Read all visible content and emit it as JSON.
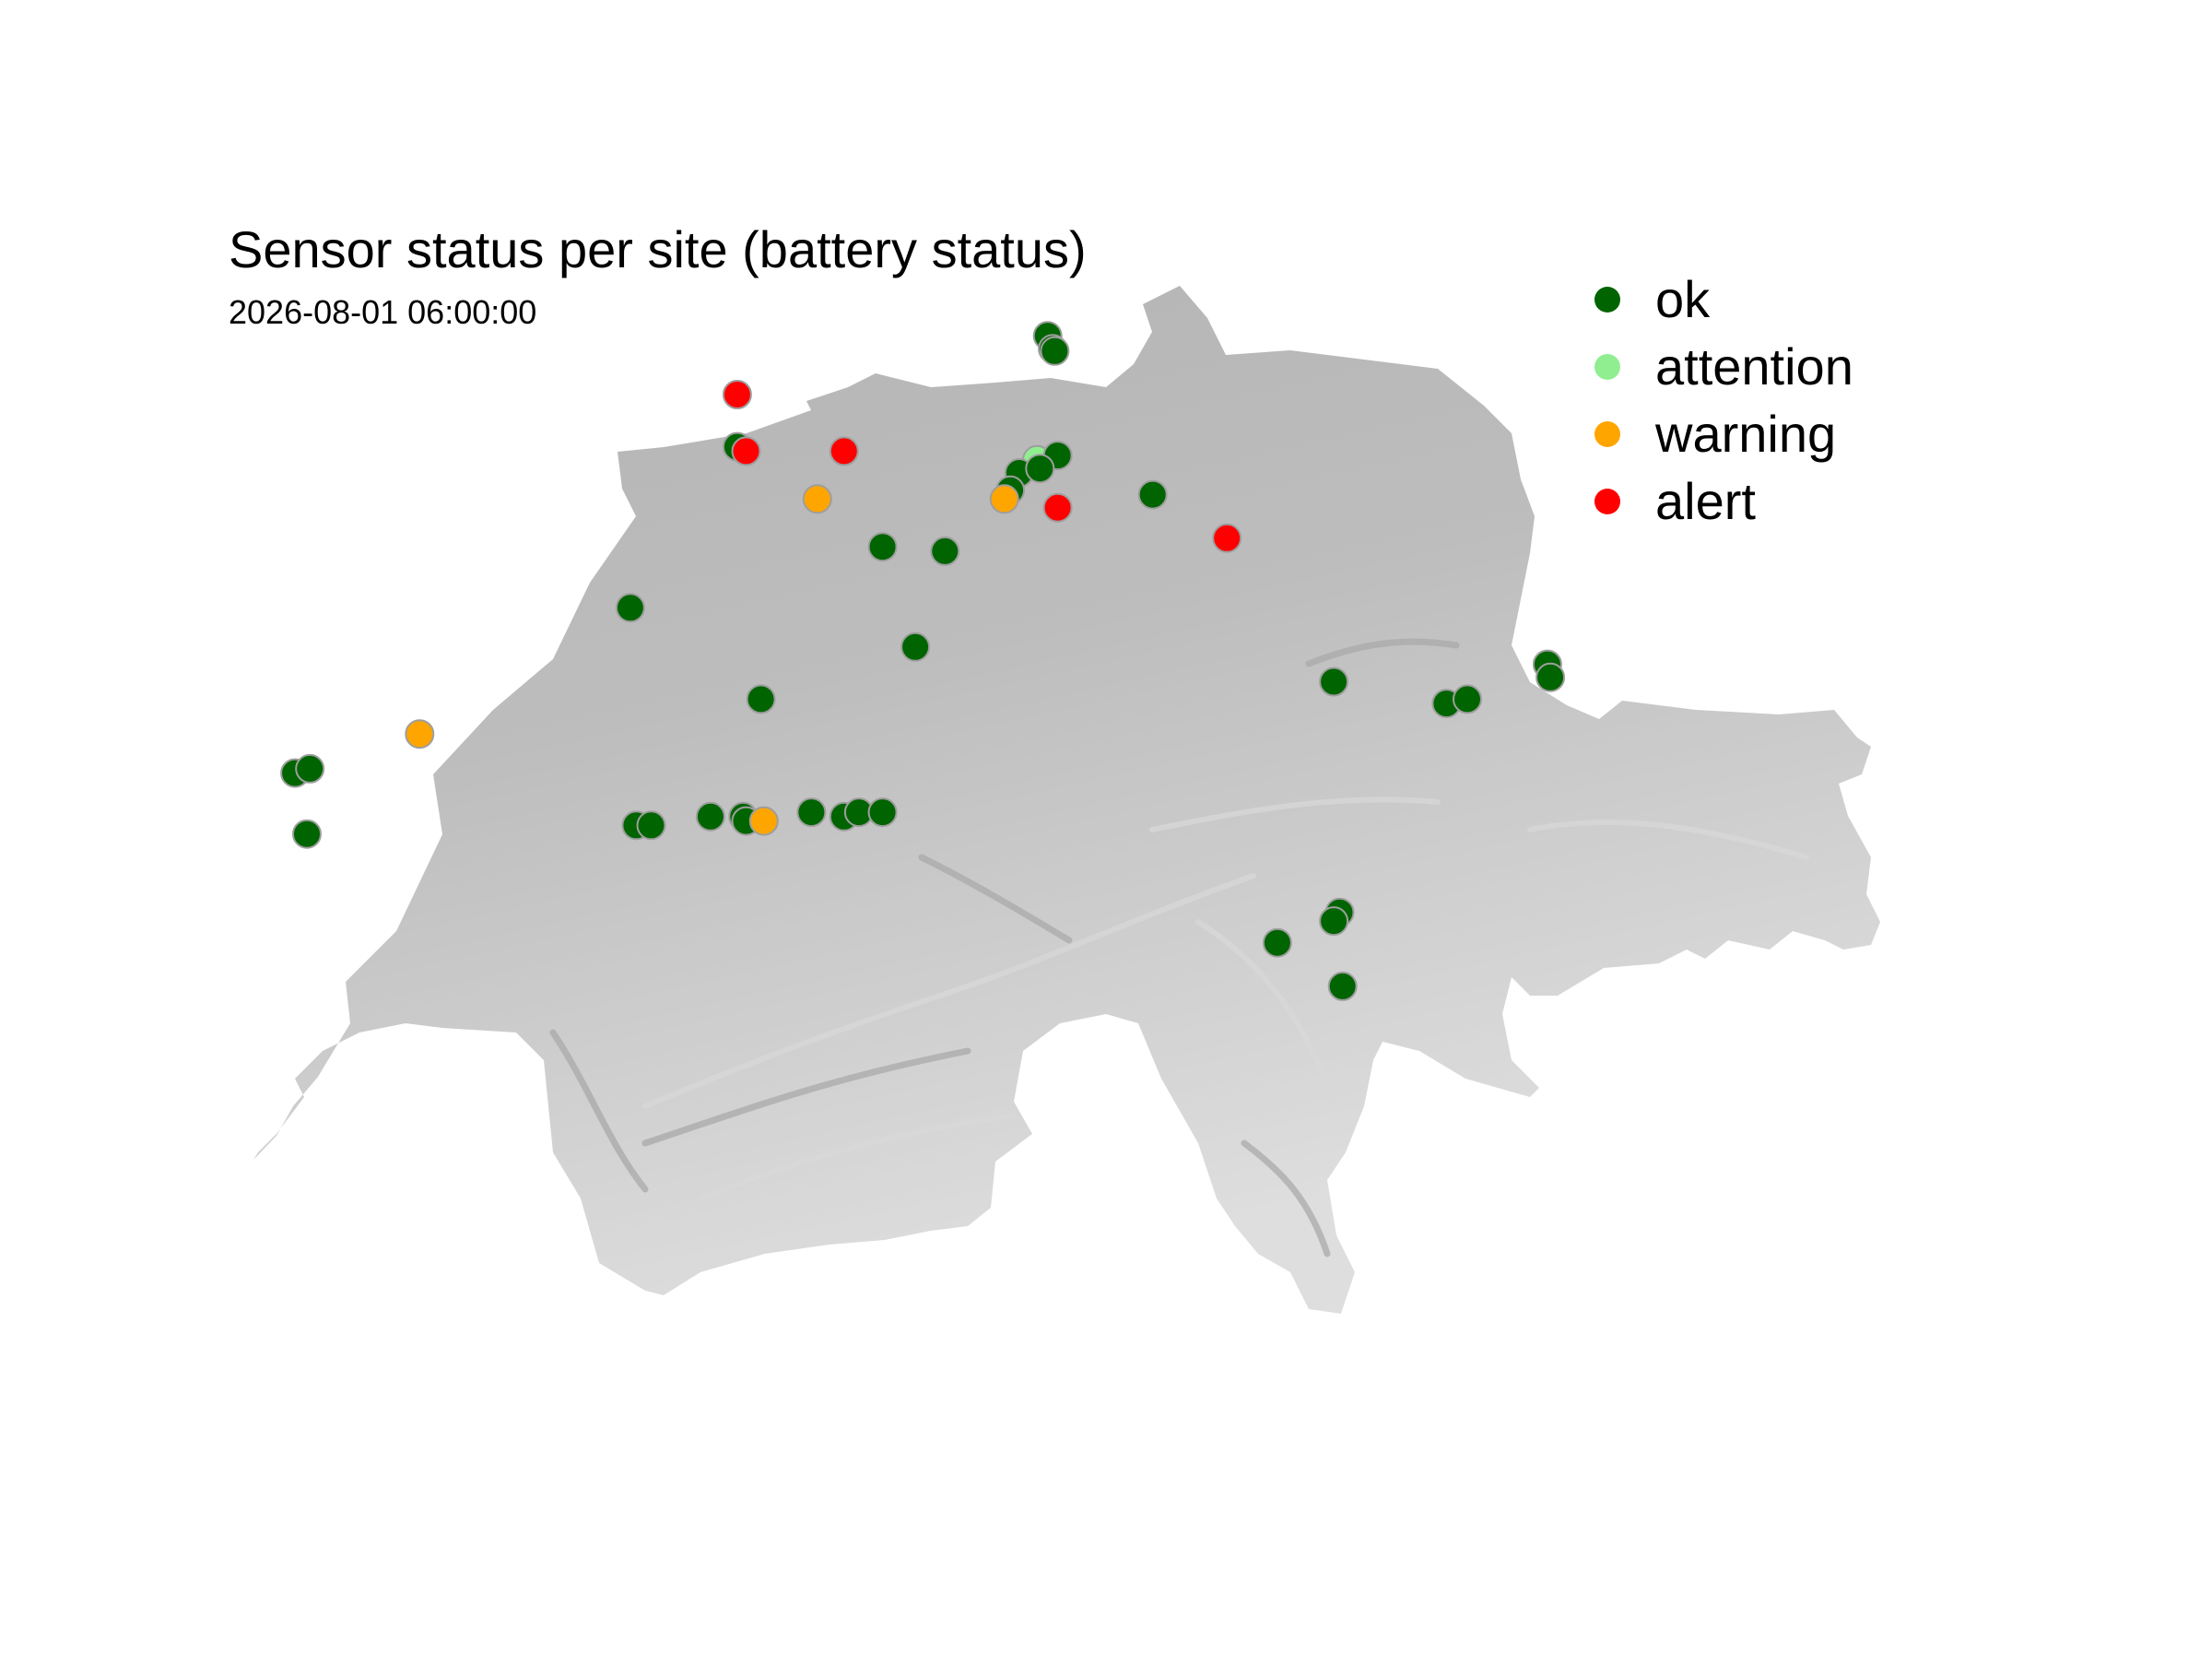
{
  "title": "Sensor status per site (battery status)",
  "subtitle": "2026-08-01 06:00:00",
  "legend": [
    {
      "key": "ok",
      "label": "ok",
      "color": "#006400"
    },
    {
      "key": "attention",
      "label": "attention",
      "color": "#90EE90"
    },
    {
      "key": "warning",
      "label": "warning",
      "color": "#FFA500"
    },
    {
      "key": "alert",
      "label": "alert",
      "color": "#FF0000"
    }
  ],
  "colors": {
    "terrain": "#bdbdbd",
    "terrain_dark": "#a8a8a8",
    "terrain_light": "#e3e3e3"
  },
  "sites": [
    {
      "lon": 8.636,
      "lat": 47.695,
      "status": "ok"
    },
    {
      "lon": 8.653,
      "lat": 47.665,
      "status": "ok"
    },
    {
      "lon": 8.66,
      "lat": 47.66,
      "status": "ok"
    },
    {
      "lon": 7.59,
      "lat": 47.56,
      "status": "alert"
    },
    {
      "lon": 7.59,
      "lat": 47.44,
      "status": "ok"
    },
    {
      "lon": 7.62,
      "lat": 47.43,
      "status": "alert"
    },
    {
      "lon": 7.95,
      "lat": 47.43,
      "status": "alert"
    },
    {
      "lon": 8.6,
      "lat": 47.41,
      "status": "attention"
    },
    {
      "lon": 8.67,
      "lat": 47.42,
      "status": "ok"
    },
    {
      "lon": 8.54,
      "lat": 47.38,
      "status": "ok"
    },
    {
      "lon": 8.61,
      "lat": 47.39,
      "status": "ok"
    },
    {
      "lon": 8.51,
      "lat": 47.34,
      "status": "ok"
    },
    {
      "lon": 8.99,
      "lat": 47.33,
      "status": "ok"
    },
    {
      "lon": 7.86,
      "lat": 47.32,
      "status": "warning"
    },
    {
      "lon": 8.49,
      "lat": 47.32,
      "status": "warning"
    },
    {
      "lon": 8.67,
      "lat": 47.3,
      "status": "alert"
    },
    {
      "lon": 9.24,
      "lat": 47.23,
      "status": "alert"
    },
    {
      "lon": 8.08,
      "lat": 47.21,
      "status": "ok"
    },
    {
      "lon": 8.29,
      "lat": 47.2,
      "status": "ok"
    },
    {
      "lon": 7.23,
      "lat": 47.07,
      "status": "ok"
    },
    {
      "lon": 8.19,
      "lat": 46.98,
      "status": "ok"
    },
    {
      "lon": 9.6,
      "lat": 46.9,
      "status": "ok"
    },
    {
      "lon": 10.32,
      "lat": 46.94,
      "status": "ok"
    },
    {
      "lon": 10.33,
      "lat": 46.91,
      "status": "ok"
    },
    {
      "lon": 9.98,
      "lat": 46.85,
      "status": "ok"
    },
    {
      "lon": 10.05,
      "lat": 46.86,
      "status": "ok"
    },
    {
      "lon": 7.67,
      "lat": 46.86,
      "status": "ok"
    },
    {
      "lon": 6.52,
      "lat": 46.78,
      "status": "warning"
    },
    {
      "lon": 6.1,
      "lat": 46.69,
      "status": "ok"
    },
    {
      "lon": 6.15,
      "lat": 46.7,
      "status": "ok"
    },
    {
      "lon": 6.14,
      "lat": 46.55,
      "status": "ok"
    },
    {
      "lon": 7.25,
      "lat": 46.57,
      "status": "ok"
    },
    {
      "lon": 7.3,
      "lat": 46.57,
      "status": "ok"
    },
    {
      "lon": 7.5,
      "lat": 46.59,
      "status": "ok"
    },
    {
      "lon": 7.61,
      "lat": 46.59,
      "status": "ok"
    },
    {
      "lon": 7.62,
      "lat": 46.58,
      "status": "ok"
    },
    {
      "lon": 7.68,
      "lat": 46.58,
      "status": "warning"
    },
    {
      "lon": 7.84,
      "lat": 46.6,
      "status": "ok"
    },
    {
      "lon": 7.95,
      "lat": 46.59,
      "status": "ok"
    },
    {
      "lon": 8.0,
      "lat": 46.6,
      "status": "ok"
    },
    {
      "lon": 8.08,
      "lat": 46.6,
      "status": "ok"
    },
    {
      "lon": 9.62,
      "lat": 46.37,
      "status": "ok"
    },
    {
      "lon": 9.6,
      "lat": 46.35,
      "status": "ok"
    },
    {
      "lon": 9.41,
      "lat": 46.3,
      "status": "ok"
    },
    {
      "lon": 9.63,
      "lat": 46.2,
      "status": "ok"
    }
  ]
}
